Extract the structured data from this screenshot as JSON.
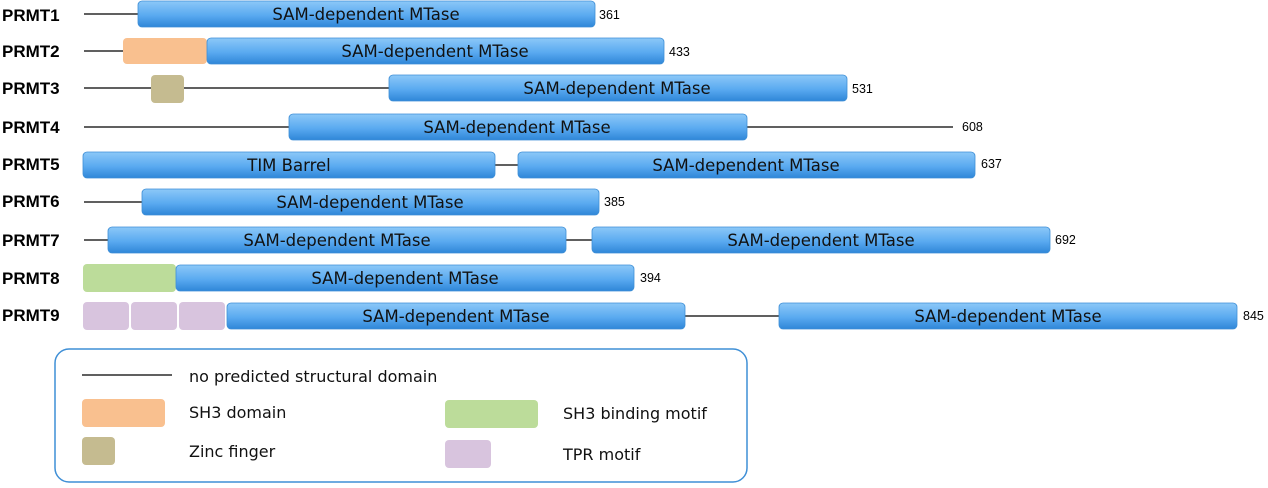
{
  "colors": {
    "mtase_top": "#8cc8f8",
    "mtase_mid": "#5aaaf0",
    "mtase_bottom": "#2f86d8",
    "mtase_edge": "#3f8fd6",
    "sh3_domain": "#f9c08f",
    "zinc_finger": "#c5bb90",
    "sh3_binding_motif": "#bcdc9a",
    "tpr_motif": "#d8c4de",
    "line": "#000000",
    "legend_border": "#3f8fd6"
  },
  "rows": [
    {
      "name": "PRMT1",
      "length": "361",
      "domains": [
        {
          "type": "mtase",
          "label": "SAM-dependent MTase"
        }
      ]
    },
    {
      "name": "PRMT2",
      "length": "433",
      "domains": [
        {
          "type": "sh3_domain",
          "label": ""
        },
        {
          "type": "mtase",
          "label": "SAM-dependent MTase"
        }
      ]
    },
    {
      "name": "PRMT3",
      "length": "531",
      "domains": [
        {
          "type": "zinc_finger",
          "label": ""
        },
        {
          "type": "mtase",
          "label": "SAM-dependent MTase"
        }
      ]
    },
    {
      "name": "PRMT4",
      "length": "608",
      "domains": [
        {
          "type": "mtase",
          "label": "SAM-dependent MTase"
        }
      ]
    },
    {
      "name": "PRMT5",
      "length": "637",
      "domains": [
        {
          "type": "mtase",
          "label": "TIM Barrel"
        },
        {
          "type": "mtase",
          "label": "SAM-dependent MTase"
        }
      ]
    },
    {
      "name": "PRMT6",
      "length": "385",
      "domains": [
        {
          "type": "mtase",
          "label": "SAM-dependent MTase"
        }
      ]
    },
    {
      "name": "PRMT7",
      "length": "692",
      "domains": [
        {
          "type": "mtase",
          "label": "SAM-dependent MTase"
        },
        {
          "type": "mtase",
          "label": "SAM-dependent MTase"
        }
      ]
    },
    {
      "name": "PRMT8",
      "length": "394",
      "domains": [
        {
          "type": "sh3_binding_motif",
          "label": ""
        },
        {
          "type": "mtase",
          "label": "SAM-dependent MTase"
        }
      ]
    },
    {
      "name": "PRMT9",
      "length": "845",
      "domains": [
        {
          "type": "tpr_motif",
          "label": ""
        },
        {
          "type": "tpr_motif",
          "label": ""
        },
        {
          "type": "tpr_motif",
          "label": ""
        },
        {
          "type": "mtase",
          "label": "SAM-dependent MTase"
        },
        {
          "type": "mtase",
          "label": "SAM-dependent MTase"
        }
      ]
    }
  ],
  "legend": {
    "no_domain": "no predicted structural domain",
    "sh3_domain": "SH3 domain",
    "zinc_finger": "Zinc finger",
    "sh3_binding_motif": "SH3 binding motif",
    "tpr_motif": "TPR motif"
  }
}
